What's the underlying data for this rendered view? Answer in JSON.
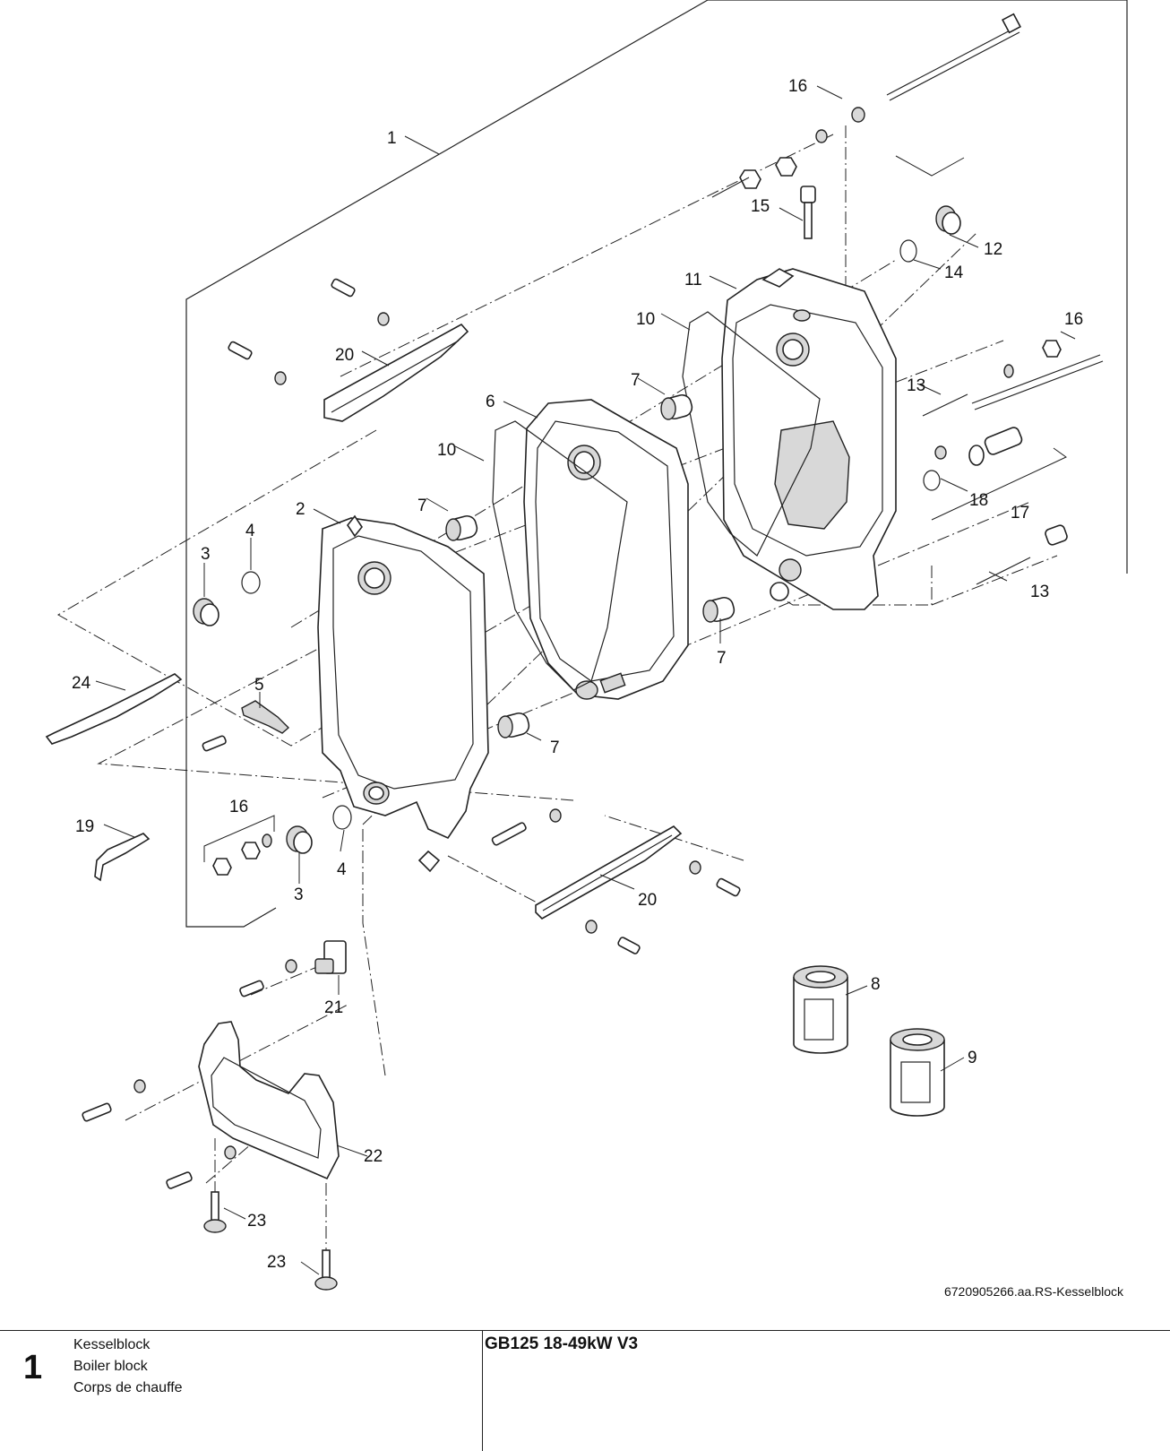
{
  "drawing": {
    "reference": "6720905266.aa.RS-Kesselblock",
    "labels": [
      "1",
      "2",
      "3",
      "3",
      "4",
      "4",
      "5",
      "6",
      "7",
      "7",
      "7",
      "7",
      "8",
      "9",
      "10",
      "10",
      "11",
      "12",
      "13",
      "13",
      "14",
      "15",
      "16",
      "16",
      "16",
      "17",
      "18",
      "19",
      "20",
      "20",
      "21",
      "22",
      "23",
      "23",
      "24"
    ]
  },
  "footer": {
    "page_number": "1",
    "names": [
      "Kesselblock",
      "Boiler block",
      "Corps de chauffe"
    ],
    "model": "GB125 18-49kW V3"
  }
}
